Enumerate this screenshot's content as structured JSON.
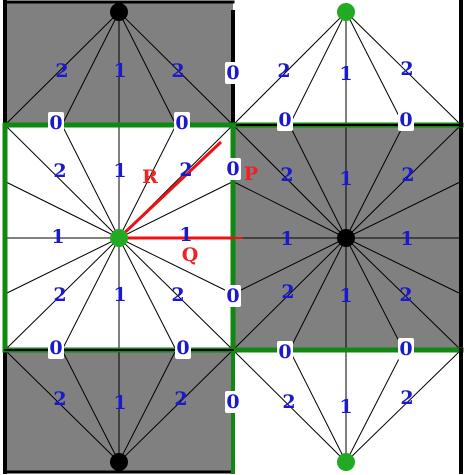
{
  "colors": {
    "gray": "#808080",
    "white": "#ffffff",
    "black_edge": "#000000",
    "green_edge": "#118811",
    "green_vertex": "#22aa22",
    "black_vertex": "#000000",
    "label_blue": "#1a1acc",
    "label_red": "#ee2222",
    "segment_red": "#ee1111",
    "thin_line": "#000000"
  },
  "legend_free": true,
  "tiles": [
    {
      "name": "top-left",
      "fill": "gray",
      "vertex": "black",
      "vertex_side": "top"
    },
    {
      "name": "top-right",
      "fill": "white",
      "vertex": "green",
      "vertex_side": "top"
    },
    {
      "name": "mid-left",
      "fill": "white",
      "vertex": "green",
      "vertex_side": "center"
    },
    {
      "name": "mid-right",
      "fill": "gray",
      "vertex": "black",
      "vertex_side": "center"
    },
    {
      "name": "bottom-left",
      "fill": "gray",
      "vertex": "black",
      "vertex_side": "bottom"
    },
    {
      "name": "bottom-right",
      "fill": "white",
      "vertex": "green",
      "vertex_side": "bottom"
    }
  ],
  "labels": {
    "distance_0": "0",
    "distance_1": "1",
    "distance_2": "2",
    "point_R": "R",
    "point_P": "P",
    "point_Q": "Q"
  }
}
